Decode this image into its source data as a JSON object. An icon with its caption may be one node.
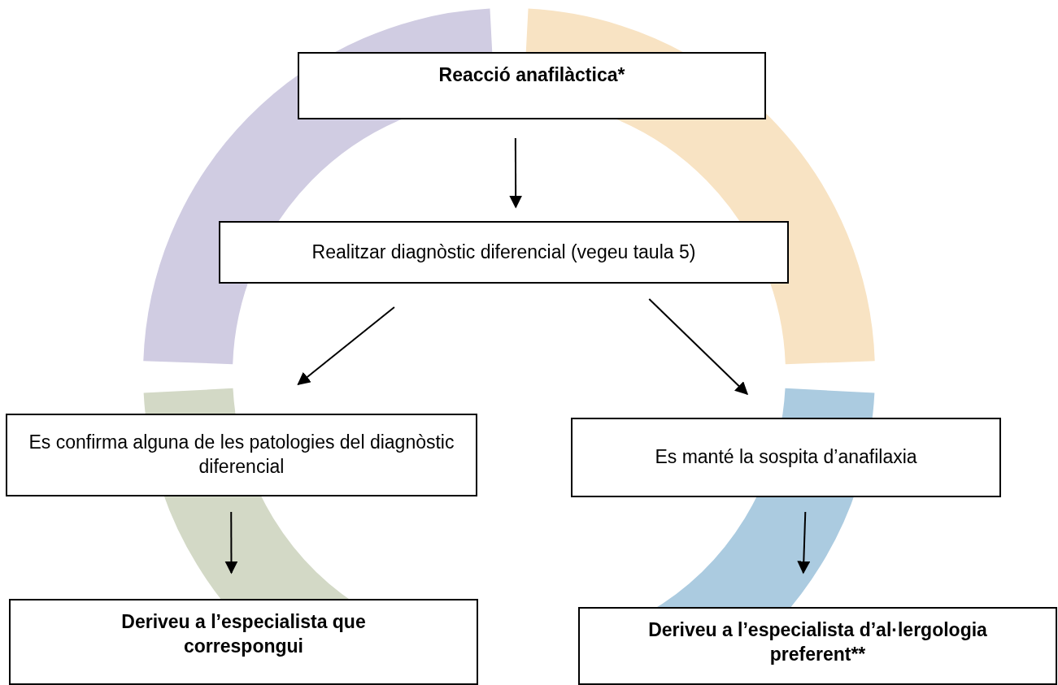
{
  "diagram": {
    "nodes": [
      {
        "text": [
          "Reacció anafilàctica*"
        ]
      },
      {
        "text": [
          "Realitzar diagnòstic diferencial (vegeu taula 5)"
        ]
      },
      {
        "text": [
          "Es confirma alguna de les patologies del diagnòstic diferencial"
        ]
      },
      {
        "text": [
          "Es manté la sospita d’anafilaxia"
        ]
      },
      {
        "text": [
          "Deriveu a l’especialista que correspongui"
        ]
      },
      {
        "text": [
          "Deriveu a l’especialista d’al·lergologia preferent**"
        ]
      }
    ],
    "edges": [
      {
        "from": 0,
        "to": 1,
        "arrow": "to"
      },
      {
        "from": 1,
        "to": 2,
        "arrow": "to"
      },
      {
        "from": 1,
        "to": 3,
        "arrow": "to"
      },
      {
        "from": 2,
        "to": 4,
        "arrow": "to"
      },
      {
        "from": 3,
        "to": 5,
        "arrow": "to"
      }
    ]
  }
}
